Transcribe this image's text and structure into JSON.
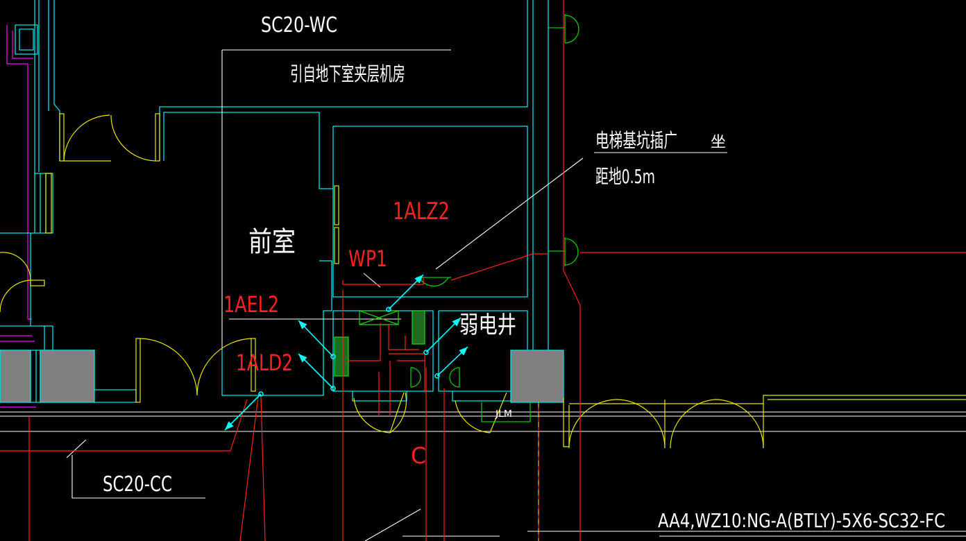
{
  "drawing": {
    "labels": {
      "sc20_wc": "SC20-WC",
      "from_basement": "引自地下室夹层机房",
      "elevator_pit_socket": "电梯基坑插广",
      "zuo": "坐",
      "height_note": "距地0.5m",
      "room_1alz2": "1ALZ2",
      "anteroom": "前室",
      "wp1": "WP1",
      "panel_1ael2": "1AEL2",
      "weak_shaft": "弱电井",
      "panel_1ald2": "1ALD2",
      "jlm": "JLM",
      "c_mark": "C",
      "sc20_cc": "SC20-CC",
      "cable_spec": "AA4,WZ10:NG-A(BTLY)-5X6-SC32-FC"
    },
    "colors": {
      "wall": "#00e5e5",
      "door": "#e8e800",
      "wire": "#ff2020",
      "annotation": "#ffffff",
      "fixture": "#00cc00",
      "equipment": "#20cc20",
      "hatch": "#808080",
      "arrow": "#00ffff",
      "magenta": "#ff00ff",
      "background": "#000000"
    }
  }
}
